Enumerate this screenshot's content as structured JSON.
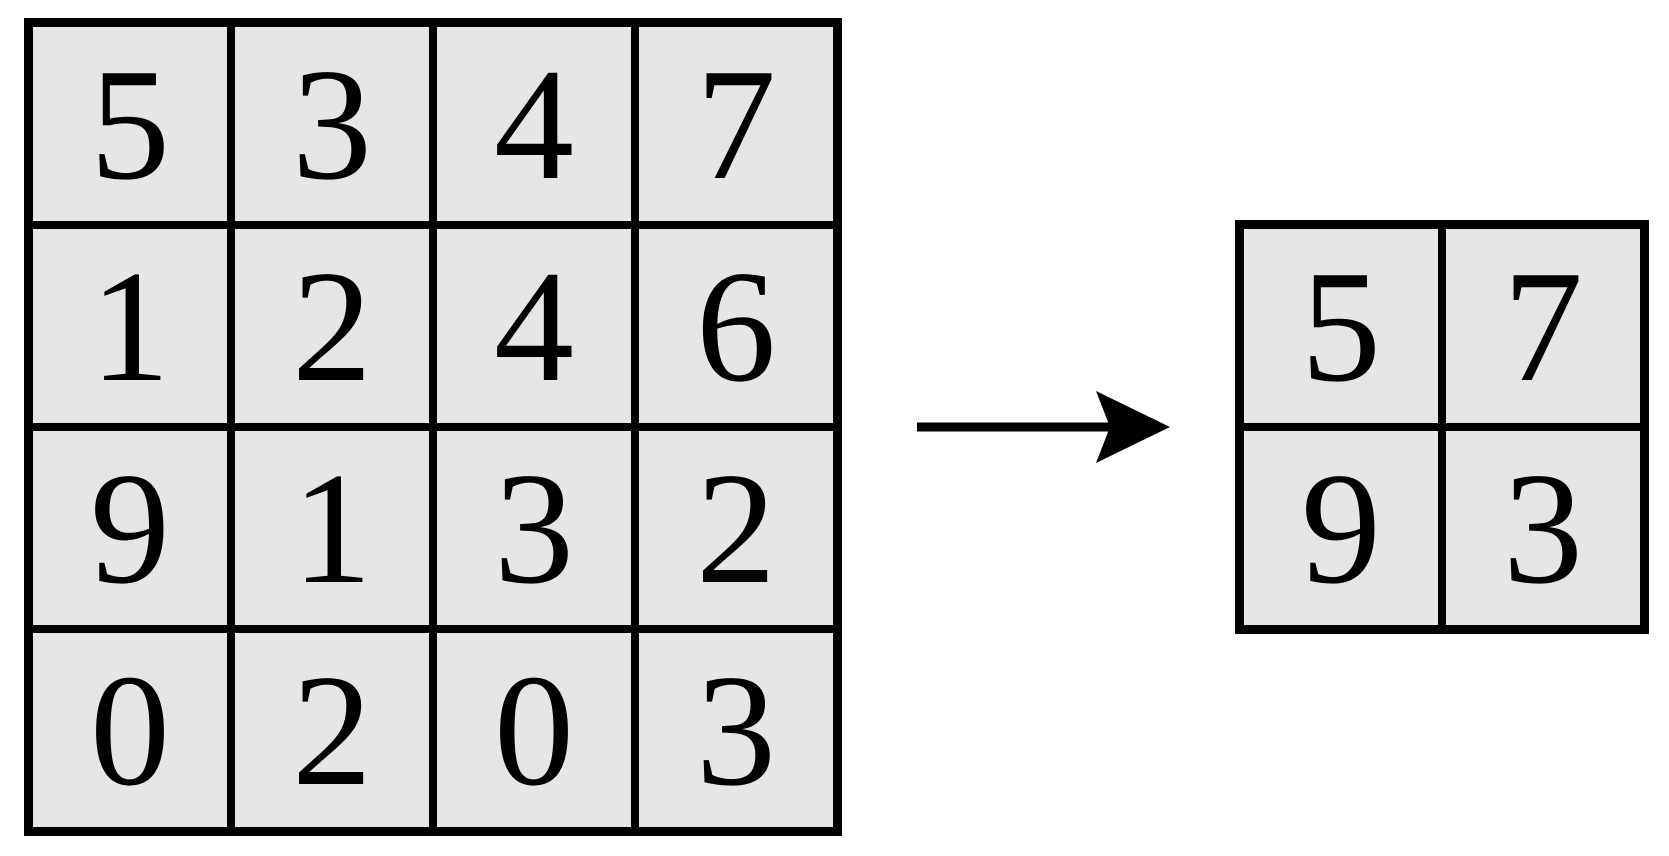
{
  "colors": {
    "cell_fill": "#e6e6e6",
    "line": "#000000",
    "background": "#ffffff"
  },
  "input_grid": {
    "rows": [
      [
        "5",
        "3",
        "4",
        "7"
      ],
      [
        "1",
        "2",
        "4",
        "6"
      ],
      [
        "9",
        "1",
        "3",
        "2"
      ],
      [
        "0",
        "2",
        "0",
        "3"
      ]
    ]
  },
  "arrow": {
    "icon": "right-arrow"
  },
  "output_grid": {
    "rows": [
      [
        "5",
        "7"
      ],
      [
        "9",
        "3"
      ]
    ]
  }
}
